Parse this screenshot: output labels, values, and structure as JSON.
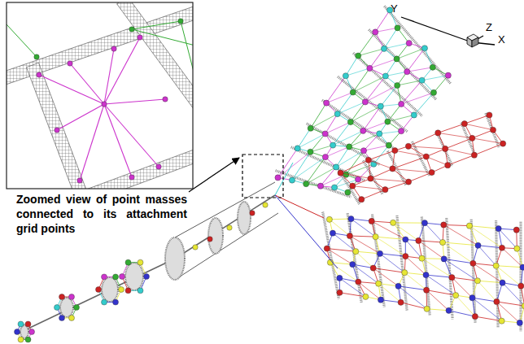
{
  "diagram": {
    "labels": [
      "Zoomed view of point masses connected to its attachment grid points",
      "Y",
      "Z",
      "X"
    ]
  }
}
